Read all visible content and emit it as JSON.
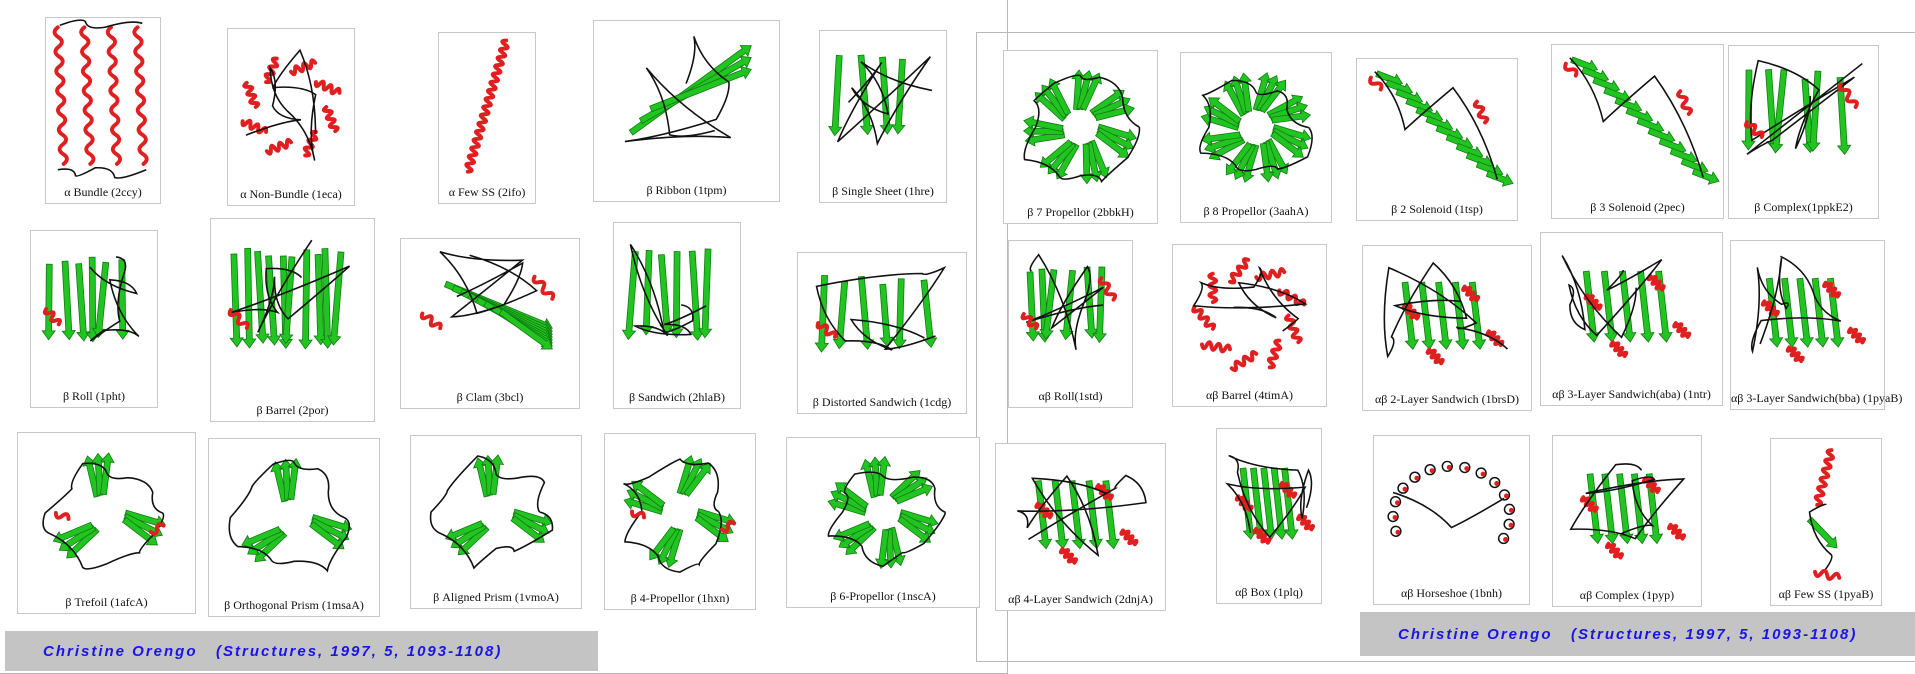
{
  "colors": {
    "helix": "#e02020",
    "strand": "#22c422",
    "loop": "#111111",
    "citation_text": "#1a14e6",
    "citation_bg": "#c4c4c4"
  },
  "structures": [
    {
      "label": "α Bundle (2ccy)",
      "type": "alpha-bundle"
    },
    {
      "label": "α Non-Bundle (1eca)",
      "type": "alpha-nonbundle"
    },
    {
      "label": "α Few SS (2ifo)",
      "type": "alpha-few"
    },
    {
      "label": "β Ribbon (1tpm)",
      "type": "beta-ribbon"
    },
    {
      "label": "β Single Sheet (1hre)",
      "type": "beta-sheet"
    },
    {
      "label": "β Roll (1pht)",
      "type": "beta-roll"
    },
    {
      "label": "β Barrel (2por)",
      "type": "beta-barrel"
    },
    {
      "label": "β Clam (3bcl)",
      "type": "beta-clam"
    },
    {
      "label": "β Sandwich (2hlaB)",
      "type": "beta-sandwich"
    },
    {
      "label": "β Distorted Sandwich (1cdg)",
      "type": "beta-distorted"
    },
    {
      "label": "β Trefoil (1afcA)",
      "type": "beta-trefoil"
    },
    {
      "label": "β Orthogonal Prism (1msaA)",
      "type": "beta-prism"
    },
    {
      "label": "β Aligned Prism (1vmoA)",
      "type": "beta-aligned"
    },
    {
      "label": "β 4-Propellor (1hxn)",
      "type": "beta-prop4"
    },
    {
      "label": "β 6-Propellor (1nscA)",
      "type": "beta-prop6"
    },
    {
      "label": "β 7 Propellor (2bbkH)",
      "type": "beta-prop7"
    },
    {
      "label": "β 8 Propellor (3aahA)",
      "type": "beta-prop8"
    },
    {
      "label": "β 2 Solenoid (1tsp)",
      "type": "beta-solenoid2"
    },
    {
      "label": "β 3 Solenoid (2pec)",
      "type": "beta-solenoid3"
    },
    {
      "label": "β Complex(1ppkE2)",
      "type": "beta-complex"
    },
    {
      "label": "αβ Roll(1std)",
      "type": "ab-roll"
    },
    {
      "label": "αβ Barrel (4timA)",
      "type": "ab-barrel"
    },
    {
      "label": "αβ 2-Layer Sandwich (1brsD)",
      "type": "ab-2layer"
    },
    {
      "label": "αβ 3-Layer Sandwich(aba) (1ntr)",
      "type": "ab-3layer-aba"
    },
    {
      "label": "αβ 3-Layer Sandwich(bba) (1pyaB)",
      "type": "ab-3layer-bba"
    },
    {
      "label": "αβ 4-Layer Sandwich (2dnjA)",
      "type": "ab-4layer"
    },
    {
      "label": "αβ Box (1plq)",
      "type": "ab-box"
    },
    {
      "label": "αβ Horseshoe (1bnh)",
      "type": "ab-horseshoe"
    },
    {
      "label": "αβ Complex (1pyp)",
      "type": "ab-complex"
    },
    {
      "label": "αβ Few SS (1pyaB)",
      "type": "ab-few"
    }
  ],
  "citations": [
    {
      "text": "Christine Orengo   (Structures, 1997, 5, 1093-1108)"
    },
    {
      "text": "Christine Orengo   (Structures, 1997, 5, 1093-1108)"
    }
  ]
}
